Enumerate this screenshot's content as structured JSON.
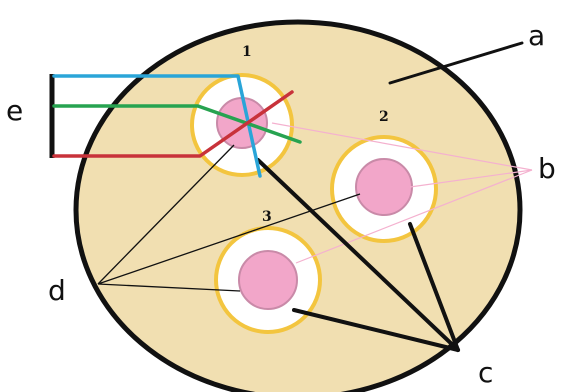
{
  "colors": {
    "background": "#ffffff",
    "disc_fill": "#f1dfb1",
    "outline": "#111111",
    "ring_fill": "#ffffff",
    "ring_stroke": "#f3c53f",
    "core_fill": "#f2a6c9",
    "core_stroke": "#c98aa8",
    "pink_line": "#f4b1cf",
    "blue_line": "#2aa5d8",
    "green_line": "#27a350",
    "red_line": "#c8323a"
  },
  "labels": {
    "a": "a",
    "b": "b",
    "c": "c",
    "d": "d",
    "e": "e"
  },
  "numbers": {
    "n1": "1",
    "n2": "2",
    "n3": "3"
  }
}
